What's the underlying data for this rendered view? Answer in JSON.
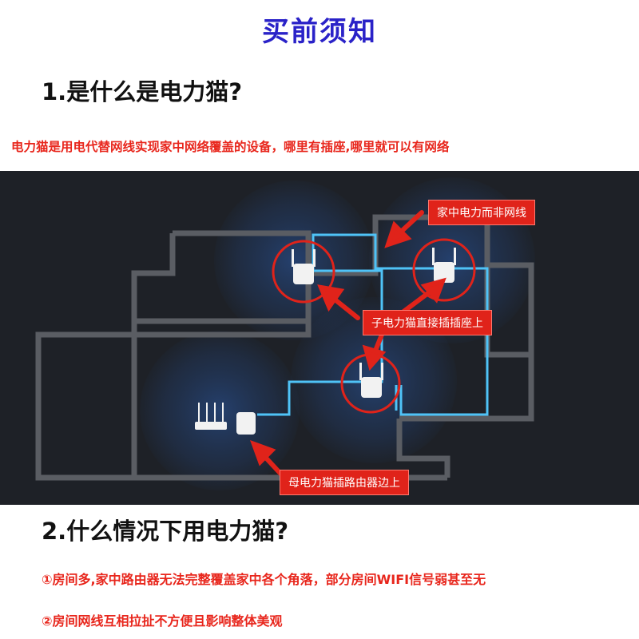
{
  "title": "买前须知",
  "section1": {
    "heading": "1.是什么是电力猫?",
    "description": "电力猫是用电代替网线实现家中网络覆盖的设备，哪里有插座,哪里就可以有网络"
  },
  "diagram": {
    "callout_powerline": "家中电力而非网线",
    "callout_child": "子电力猫直接插插座上",
    "callout_mother": "母电力猫插路由器边上",
    "colors": {
      "background": "#1e2127",
      "wall": "#5a5d63",
      "cable": "#4fc3f7",
      "accent_red": "#e0231a",
      "glow": "#2b5aa8"
    }
  },
  "section2": {
    "heading": "2.什么情况下用电力猫?",
    "reason1": "①房间多,家中路由器无法完整覆盖家中各个角落，部分房间WIFI信号弱甚至无",
    "reason2": "②房间网线互相拉扯不方便且影响整体美观"
  }
}
